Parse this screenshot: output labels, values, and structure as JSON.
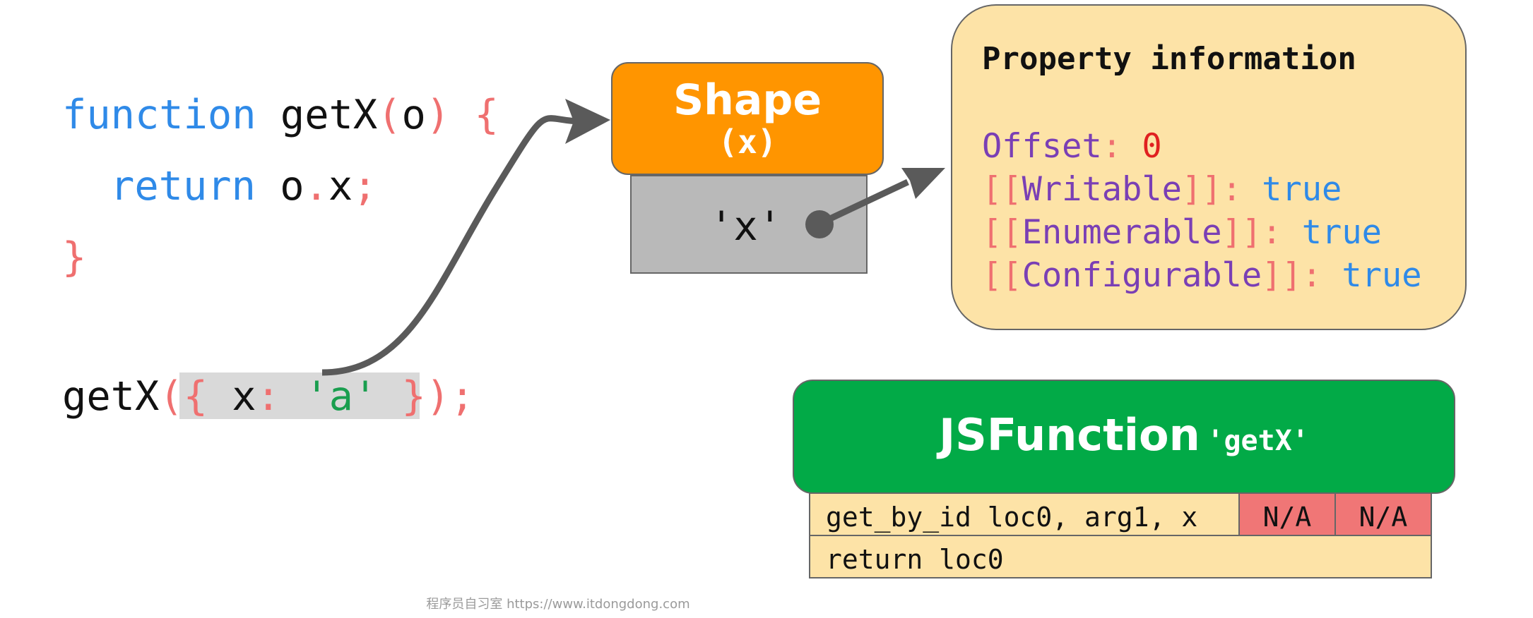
{
  "code": {
    "line1": {
      "keyword": "function",
      "name": "getX",
      "open_paren": "(",
      "param": "o",
      "close_paren": ")",
      "brace": "{"
    },
    "line2": {
      "keyword": "return",
      "object": "o",
      "dot": ".",
      "prop": "x",
      "semi": ";"
    },
    "line3": {
      "brace": "}"
    },
    "call": {
      "name": "getX",
      "open_paren": "(",
      "open_brace": "{",
      "key": "x",
      "colon": ":",
      "value": "'a'",
      "close_brace": "}",
      "close_paren": ")",
      "semi": ";"
    }
  },
  "shape": {
    "title": "Shape",
    "subtitle": "(x)",
    "key": "'x'"
  },
  "property_info": {
    "title": "Property information",
    "offset": {
      "label": "Offset",
      "colon": ":",
      "value": "0"
    },
    "writable": {
      "open": "[[",
      "label": "Writable",
      "close": "]]:",
      "value": "true"
    },
    "enumerable": {
      "open": "[[",
      "label": "Enumerable",
      "close": "]]:",
      "value": "true"
    },
    "configurable": {
      "open": "[[",
      "label": "Configurable",
      "close": "]]:",
      "value": "true"
    }
  },
  "jsfunction": {
    "title": "JSFunction",
    "name": "'getX'",
    "bytecode": [
      {
        "instr": "get_by_id loc0, arg1, x",
        "slot1": "N/A",
        "slot2": "N/A"
      },
      {
        "instr": "return loc0"
      }
    ]
  },
  "footer": "程序员自习室 https://www.itdongdong.com",
  "colors": {
    "keyword": "#2f8ae8",
    "punct": "#ef7070",
    "string": "#1a9e4f",
    "number": "#e02020",
    "prop": "#7a3fb5",
    "shape_head": "#ff9500",
    "shape_body": "#b9b9b9",
    "prop_box": "#fde3a7",
    "fn_head": "#02aa47",
    "na_cell": "#f07676",
    "arrow": "#5a5a5a"
  }
}
